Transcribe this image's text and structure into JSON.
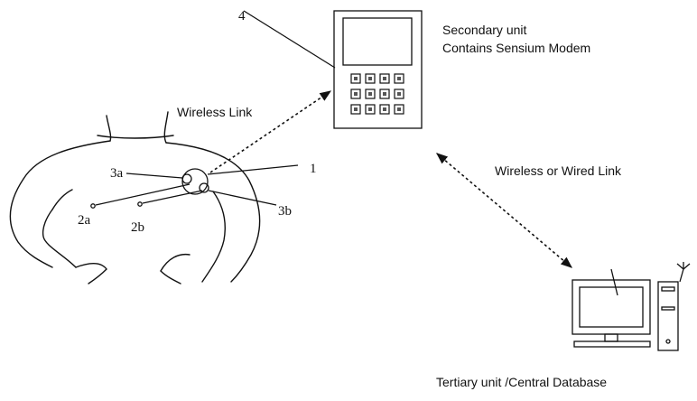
{
  "labels": {
    "secondary_title": "Secondary unit",
    "secondary_subtitle": "Contains Sensium Modem",
    "wireless_link": "Wireless Link",
    "wireless_or_wired_link": "Wireless or Wired  Link",
    "tertiary": "Tertiary unit /Central Database",
    "ref_4": "4",
    "ref_1": "1",
    "ref_3a": "3a",
    "ref_3b": "3b",
    "ref_2a": "2a",
    "ref_2b": "2b"
  },
  "keypad": {
    "rows": 3,
    "cols": 4
  }
}
